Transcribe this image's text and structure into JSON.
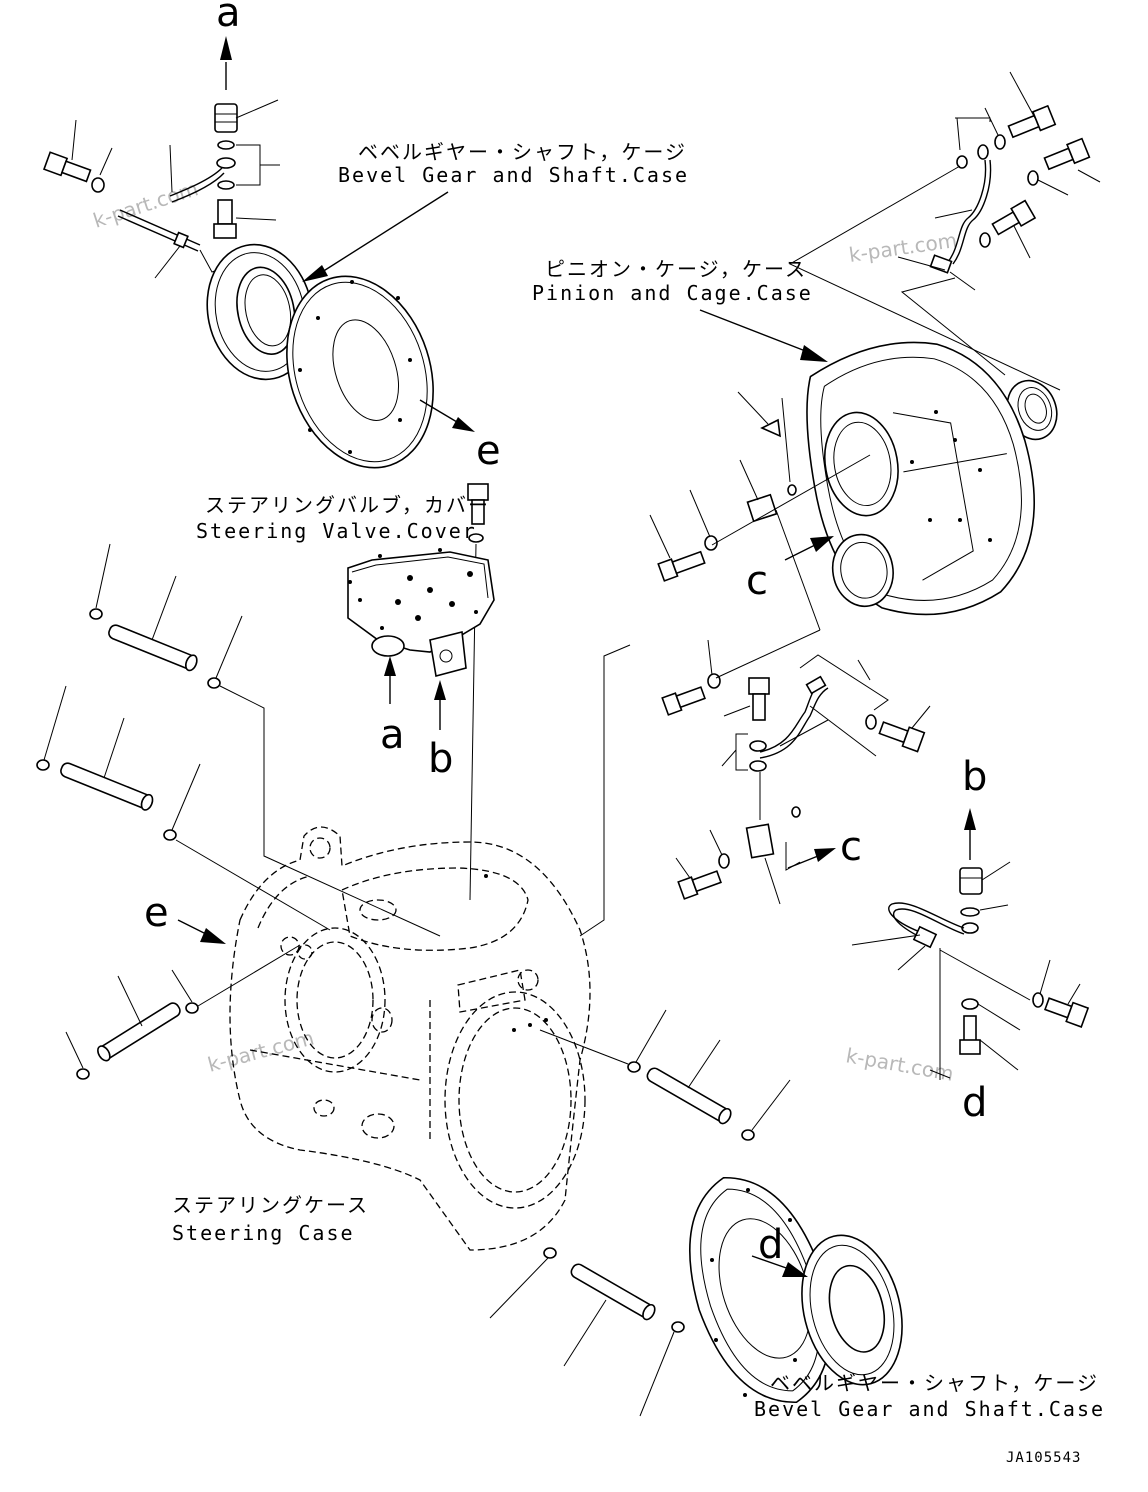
{
  "labels": {
    "bevel_top_jp": "ベベルギヤー・シャフト，ケージ",
    "bevel_top_en": "Bevel Gear and Shaft.Case",
    "pinion_jp": "ピニオン・ケージ，ケース",
    "pinion_en": "Pinion and Cage.Case",
    "valve_jp": "ステアリングバルブ，カバー",
    "valve_en": "Steering Valve.Cover",
    "steering_case_jp": "ステアリングケース",
    "steering_case_en": "Steering Case",
    "bevel_bottom_jp": "ベベルギヤー・シャフト，ケージ",
    "bevel_bottom_en": "Bevel Gear and Shaft.Case"
  },
  "refs": {
    "a": "a",
    "b": "b",
    "c": "c",
    "d": "d",
    "e": "e"
  },
  "watermark": "k-part.com",
  "drawing_code": "JA105543"
}
